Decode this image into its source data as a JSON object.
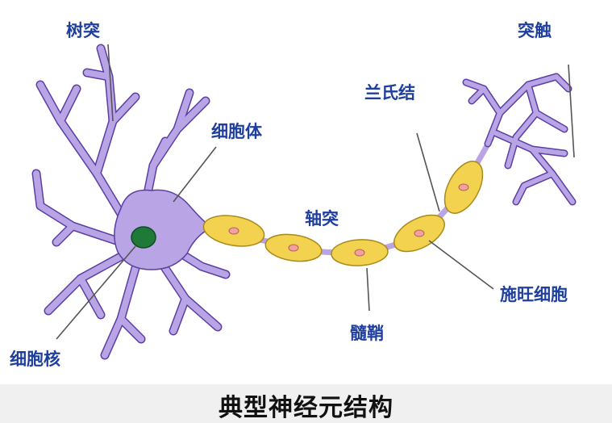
{
  "title": "典型神经元结构",
  "labels": {
    "dendrite": "树突",
    "soma": "细胞体",
    "nucleus": "细胞核",
    "axon": "轴突",
    "myelin": "髓鞘",
    "ranvier": "兰氏结",
    "schwann": "施旺细胞",
    "synapse": "突触"
  },
  "colors": {
    "label_text": "#1f3f9e",
    "neuron_fill": "#b9a4e6",
    "neuron_stroke": "#5b3fa3",
    "nucleus_fill": "#1f7a3a",
    "myelin_fill": "#f2d24e",
    "myelin_stroke": "#a88a1a",
    "schwann_nucleus": "#f4a0a0"
  }
}
